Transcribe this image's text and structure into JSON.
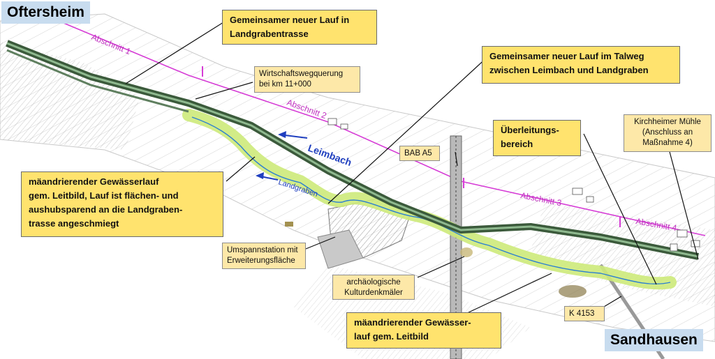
{
  "places": {
    "oftersheim": "Oftersheim",
    "sandhausen": "Sandhausen"
  },
  "callouts": {
    "landgrabentrasse": "Gemeinsamer neuer Lauf in\nLandgrabentrasse",
    "talweg": "Gemeinsamer neuer Lauf im Talweg\nzwischen Leimbach und Landgraben",
    "ueberleitung": "Überleitungs-\nbereich",
    "maeandrierend_main": "mäandrierender Gewässerlauf\ngem. Leitbild, Lauf ist flächen- und\naushubsparend an die Landgraben-\ntrasse angeschmiegt",
    "maeandrierend_small": "mäandrierender Gewässer-\nlauf  gem. Leitbild"
  },
  "notes": {
    "wirtschaftsweg": "Wirtschaftswegquerung\nbei km 11+000",
    "bab": "BAB A5",
    "kirchheimer": "Kirchheimer Mühle\n(Anschluss an\nMaßnahme 4)",
    "umspann": "Umspannstation mit\nErweiterungsfläche",
    "archaeo": "archäologische\nKulturdenkmäler",
    "k4153": "K 4153"
  },
  "map_labels": {
    "abschnitt1": "Abschnitt 1",
    "abschnitt2": "Abschnitt 2",
    "abschnitt3": "Abschnitt 3",
    "abschnitt4": "Abschnitt 4",
    "leimbach": "Leimbach",
    "landgraben": "Landgraben"
  },
  "colors": {
    "channel": "#4f6e4f",
    "meander": "#cdea7a",
    "abschnitt_line": "#d63cd6",
    "water": "#1f3fbf",
    "callout_fill": "#ffe36e",
    "note_fill": "#fde8a8",
    "place_fill": "#c8dcef"
  }
}
